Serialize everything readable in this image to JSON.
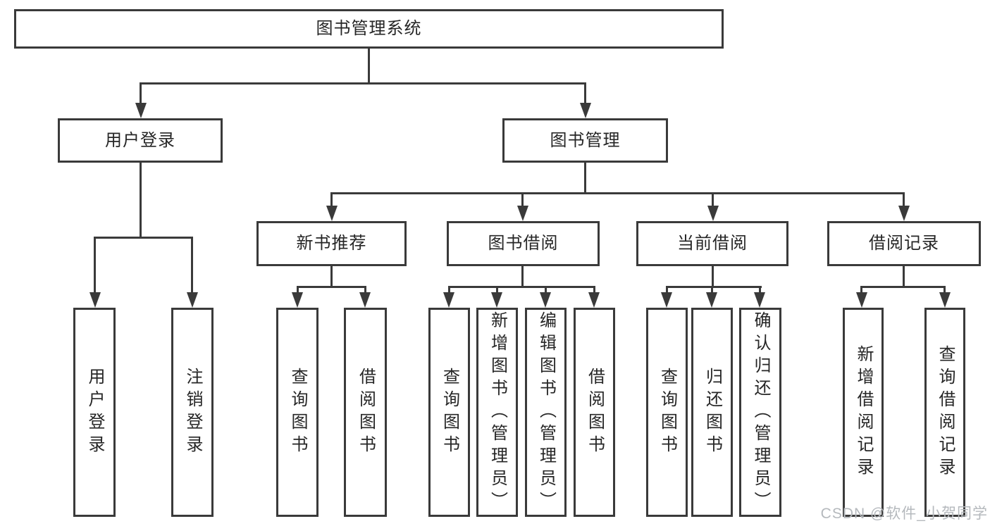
{
  "colors": {
    "line": "#3a3a3a",
    "text": "#262626",
    "background": "#ffffff",
    "watermark": "#b5b9bd"
  },
  "watermark": {
    "text": "CSDN @软件_小贺同学"
  },
  "diagram": {
    "type": "hierarchy-tree",
    "root": {
      "label": "图书管理系统"
    },
    "branches": [
      {
        "label": "用户登录",
        "children": [
          {
            "label": "用户登录"
          },
          {
            "label": "注销登录"
          }
        ]
      },
      {
        "label": "图书管理",
        "children": [
          {
            "label": "新书推荐",
            "children": [
              {
                "label": "查询图书"
              },
              {
                "label": "借阅图书"
              }
            ]
          },
          {
            "label": "图书借阅",
            "children": [
              {
                "label": "查询图书"
              },
              {
                "label": "新增图书（管理员）"
              },
              {
                "label": "编辑图书（管理员）"
              },
              {
                "label": "借阅图书"
              }
            ]
          },
          {
            "label": "当前借阅",
            "children": [
              {
                "label": "查询图书"
              },
              {
                "label": "归还图书"
              },
              {
                "label": "确认归还（管理员）"
              }
            ]
          },
          {
            "label": "借阅记录",
            "children": [
              {
                "label": "新增借阅记录"
              },
              {
                "label": "查询借阅记录"
              }
            ]
          }
        ]
      }
    ]
  }
}
